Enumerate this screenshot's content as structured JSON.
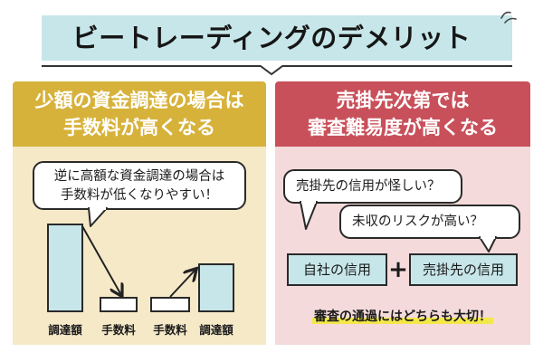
{
  "title": "ビートレーディングのデメリット",
  "left_panel": {
    "heading_line1": "少額の資金調達の場合は",
    "heading_line2": "手数料が高くなる",
    "bubble_line1": "逆に高額な資金調達の場合は",
    "bubble_line2": "手数料が低くなりやすい！"
  },
  "right_panel": {
    "heading_line1": "売掛先次第では",
    "heading_line2": "審査難易度が高くなる",
    "bubble1": "売掛先の信用が怪しい？",
    "bubble2": "未収のリスクが高い？",
    "box1": "自社の信用",
    "plus": "+",
    "box2": "売掛先の信用",
    "conclusion": "審査の通過にはどちらも大切！"
  },
  "chart_data": {
    "type": "bar",
    "categories": [
      "調達額",
      "手数料",
      "手数料",
      "調達額"
    ],
    "values": [
      100,
      17,
      17,
      55
    ],
    "ylim": [
      0,
      100
    ]
  },
  "colors": {
    "title_band": "#c7e6e9",
    "left_accent": "#d7b23b",
    "left_bg": "#f5e9c8",
    "right_accent": "#c8505a",
    "right_bg": "#f4dada",
    "bar_blue": "#c7e6e9",
    "highlight": "#f3e84a"
  }
}
